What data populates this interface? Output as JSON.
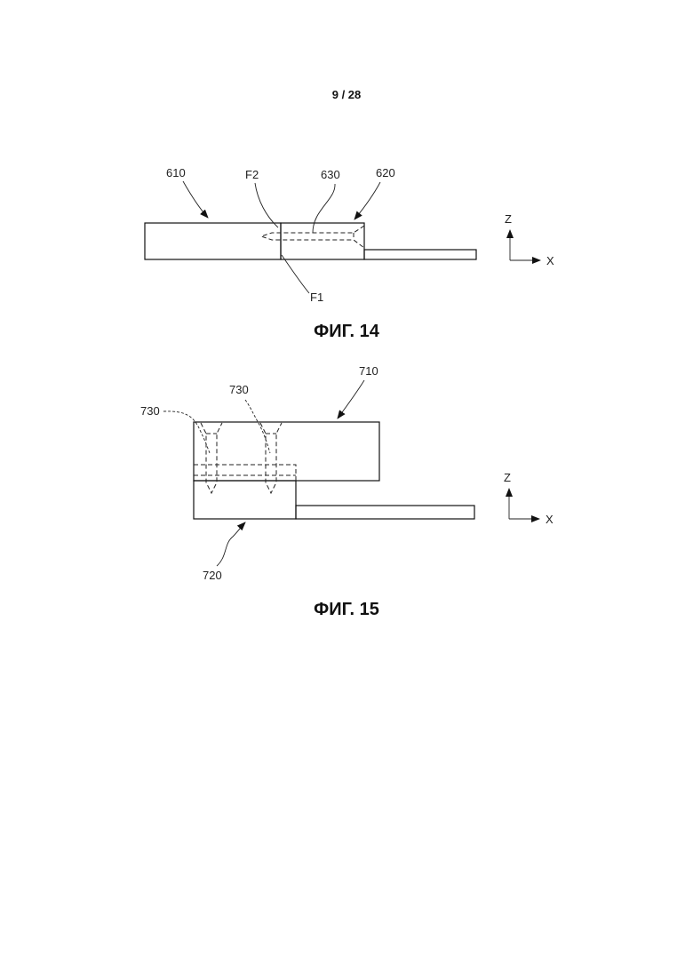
{
  "page": {
    "number": "9 / 28"
  },
  "figure14": {
    "caption": "ФИГ. 14",
    "labels": {
      "part_610": "610",
      "face_F2": "F2",
      "fastener_630": "630",
      "part_620": "620",
      "face_F1": "F1"
    },
    "axes": {
      "z": "Z",
      "x": "X"
    }
  },
  "figure15": {
    "caption": "ФИГ. 15",
    "labels": {
      "part_710": "710",
      "fastener_730_left": "730",
      "fastener_730_right": "730",
      "part_720": "720"
    },
    "axes": {
      "z": "Z",
      "x": "X"
    }
  }
}
